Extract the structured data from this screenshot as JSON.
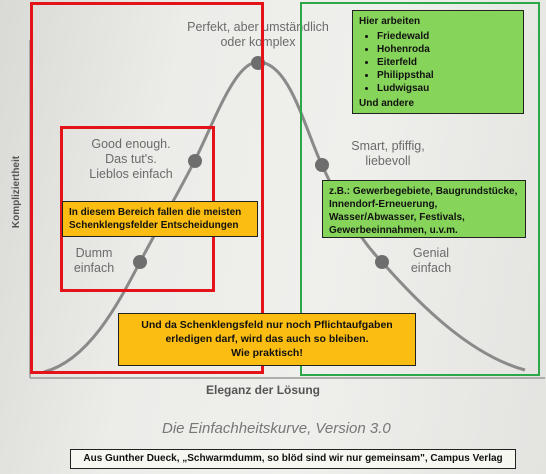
{
  "diagram": {
    "curve_labels": {
      "perfekt": [
        "Perfekt, aber umständlich",
        "oder komplex"
      ],
      "good_enough": [
        "Good enough.",
        "Das tut's.",
        "Lieblos einfach"
      ],
      "dumm": [
        "Dumm",
        "einfach"
      ],
      "smart": [
        "Smart, pfiffig,",
        "liebevoll"
      ],
      "genial": [
        "Genial",
        "einfach"
      ]
    },
    "axis": {
      "y_label": "Kompliziertheit",
      "x_label": "Eleganz der Lösung"
    },
    "caption": "Die Einfachheitskurve, Version 3.0"
  },
  "annotations": {
    "hier_arbeiten": {
      "title": "Hier arbeiten",
      "places": [
        "Friedewald",
        "Hohenroda",
        "Eiterfeld",
        "Philippsthal",
        "Ludwigsau"
      ],
      "footer": "Und andere"
    },
    "beispiele": [
      "z.B.: Gewerbegebiete, Baugrundstücke,",
      "Innendorf-Erneuerung,",
      "Wasser/Abwasser, Festivals,",
      "Gewerbeeinnahmen, u.v.m."
    ],
    "bereich": [
      "In diesem Bereich fallen die meisten",
      "Schenklengsfelder Entscheidungen"
    ],
    "pflicht": [
      "Und da Schenklengsfeld nur noch Pflichtaufgaben",
      "erledigen darf, wird das auch so bleiben.",
      "Wie praktisch!"
    ]
  },
  "source": "Aus Gunther Dueck, „Schwarmdumm, so blöd sind wir nur gemeinsam\", Campus Verlag",
  "colors": {
    "red": "#e4131a",
    "green": "#2aa84a",
    "orange": "#fbbd12",
    "lime": "#86d45a"
  }
}
